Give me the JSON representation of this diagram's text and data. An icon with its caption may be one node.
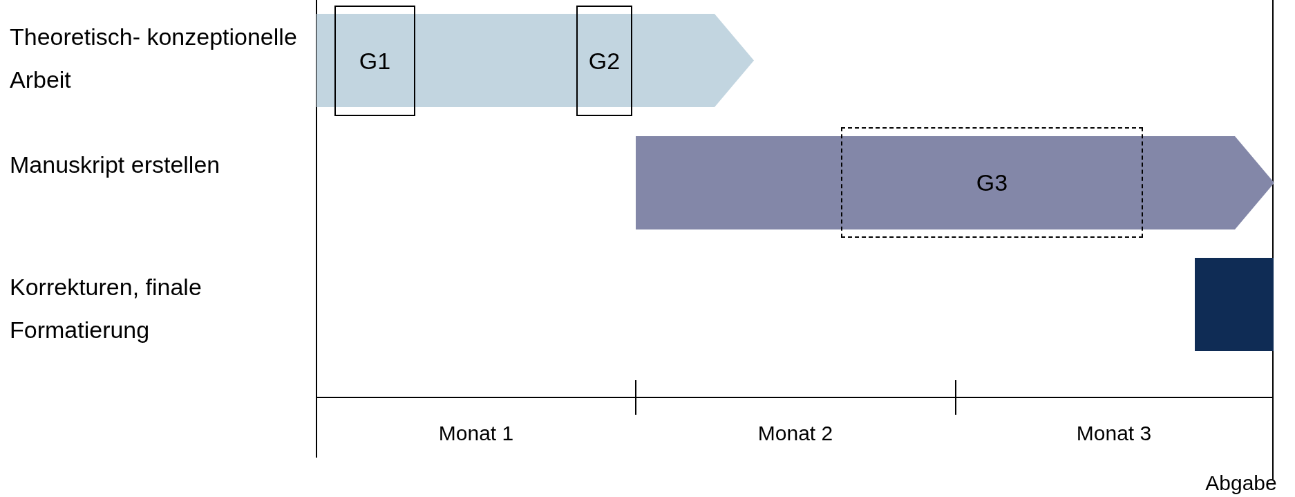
{
  "diagram": {
    "nodes": [
      {
        "text": [],
        "shape": "arrow"
      },
      {
        "text": [
          "G1"
        ]
      },
      {
        "text": [
          "G2"
        ]
      },
      {
        "text": [],
        "shape": "arrow"
      },
      {
        "text": [
          "G3"
        ]
      },
      {
        "text": [],
        "shape": "bar"
      }
    ],
    "edges": [],
    "labels": [
      "Theoretisch- konzeptionelle Arbeit",
      "Manuskript erstellen",
      "Korrekturen, finale Formatierung",
      "Monat 1",
      "Monat 2",
      "Monat 3",
      "Abgabe"
    ]
  }
}
